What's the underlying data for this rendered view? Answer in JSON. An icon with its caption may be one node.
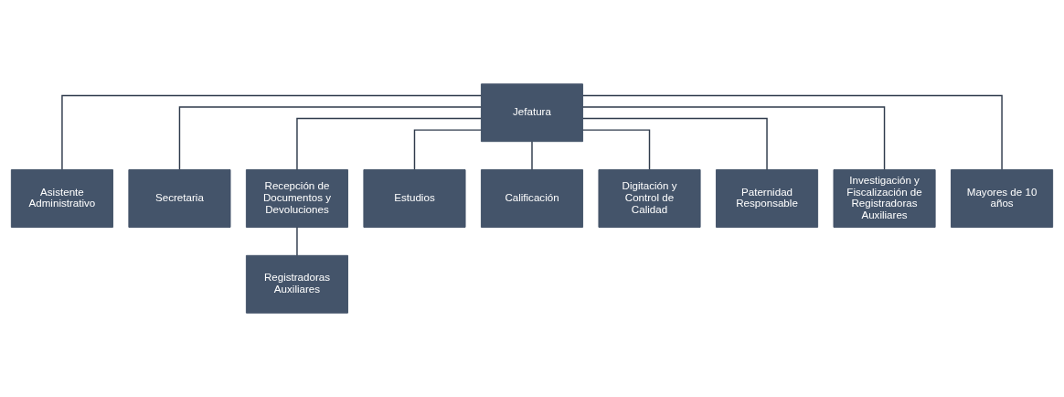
{
  "diagram": {
    "nodes": [
      {
        "text": [
          "Jefatura"
        ]
      },
      {
        "text": [
          "Asistente Administrativo"
        ]
      },
      {
        "text": [
          "Secretaria"
        ]
      },
      {
        "text": [
          "Recepción de Documentos y Devoluciones"
        ]
      },
      {
        "text": [
          "Estudios"
        ]
      },
      {
        "text": [
          "Calificación"
        ]
      },
      {
        "text": [
          "Digitación y Control de Calidad"
        ]
      },
      {
        "text": [
          "Paternidad Responsable"
        ]
      },
      {
        "text": [
          "Investigación y Fiscalización de Registradoras Auxiliares"
        ]
      },
      {
        "text": [
          "Mayores de 10 años"
        ]
      },
      {
        "text": [
          "Registradoras Auxiliares"
        ]
      }
    ],
    "edges": [
      {
        "from": 0,
        "to": 1,
        "arrow": "none"
      },
      {
        "from": 0,
        "to": 2,
        "arrow": "none"
      },
      {
        "from": 0,
        "to": 3,
        "arrow": "none"
      },
      {
        "from": 0,
        "to": 4,
        "arrow": "none"
      },
      {
        "from": 0,
        "to": 5,
        "arrow": "none"
      },
      {
        "from": 0,
        "to": 6,
        "arrow": "none"
      },
      {
        "from": 0,
        "to": 7,
        "arrow": "none"
      },
      {
        "from": 0,
        "to": 8,
        "arrow": "none"
      },
      {
        "from": 0,
        "to": 9,
        "arrow": "none"
      },
      {
        "from": 3,
        "to": 10,
        "arrow": "none"
      }
    ]
  }
}
